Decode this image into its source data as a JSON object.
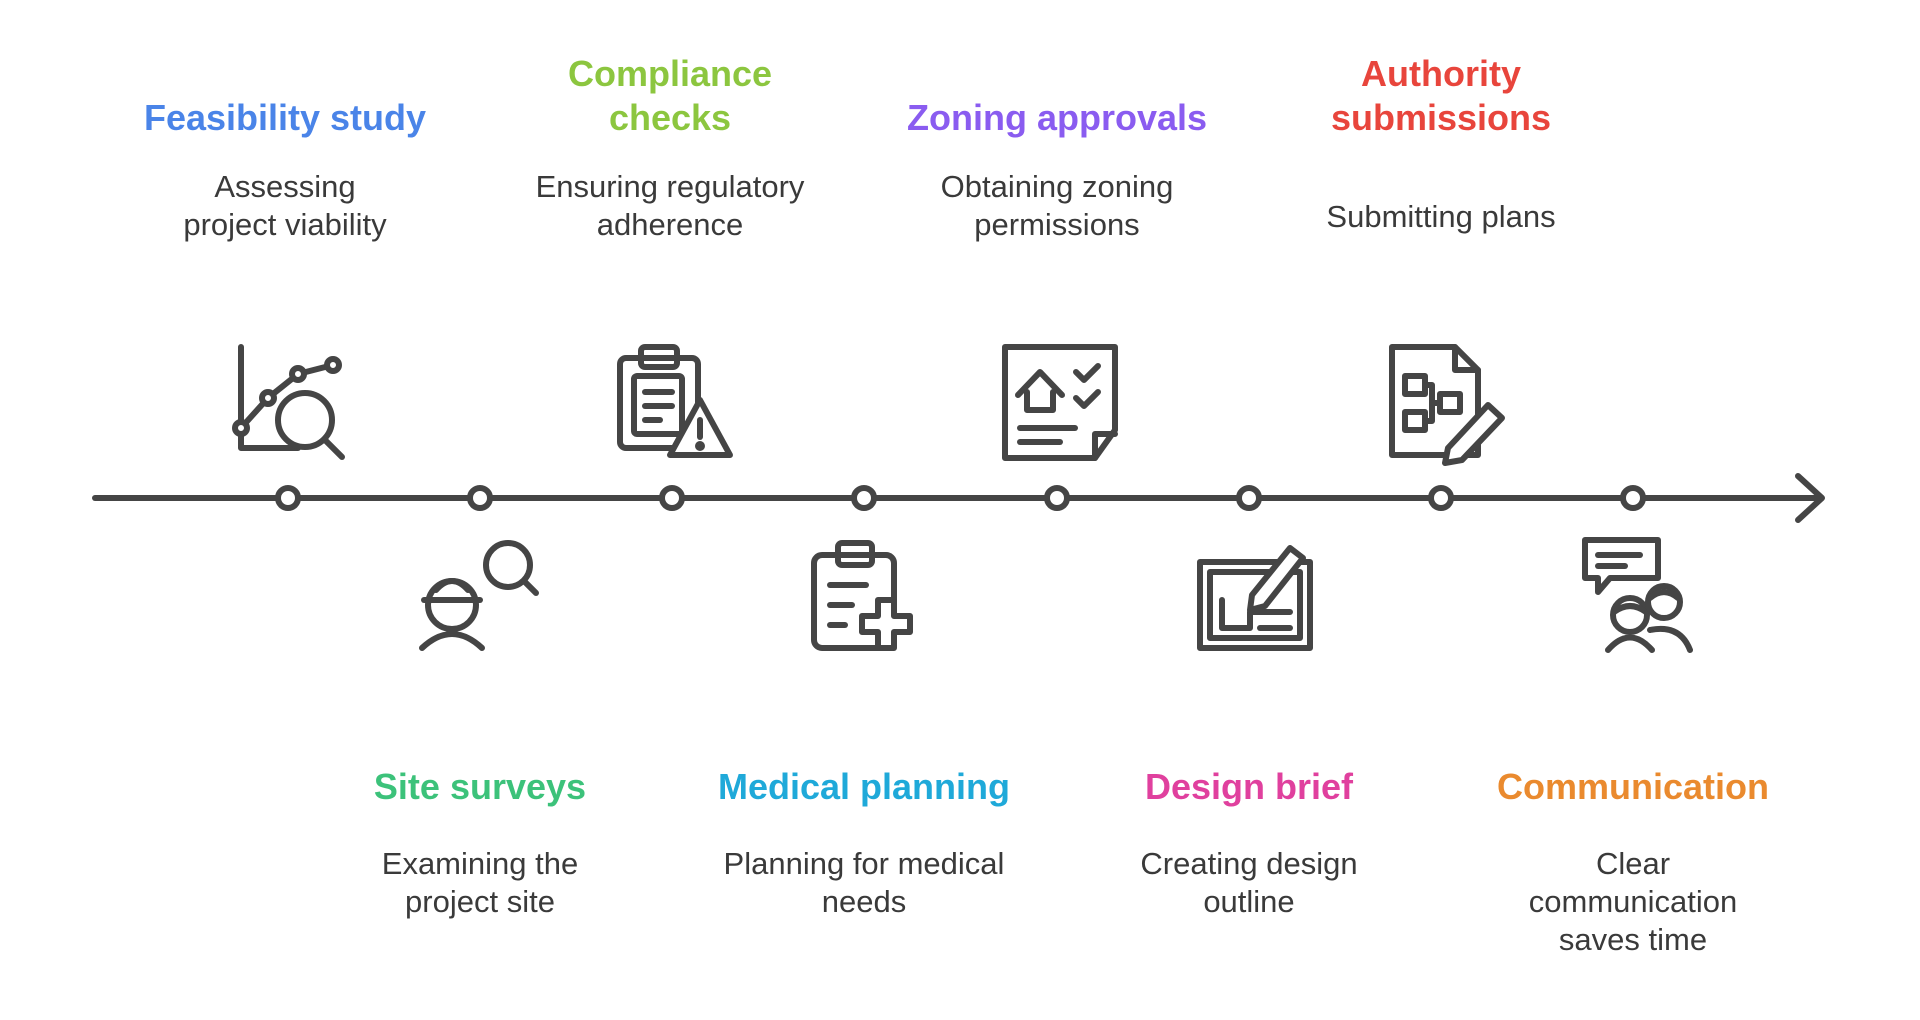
{
  "steps": [
    {
      "title": "Feasibility study",
      "description": "Assessing project viability",
      "color": "#4A84E8",
      "icon": "chart-magnifier-icon",
      "side": "top"
    },
    {
      "title": "Site surveys",
      "description": "Examining the project site",
      "color": "#3CC27A",
      "icon": "worker-search-icon",
      "side": "bottom"
    },
    {
      "title": "Compliance checks",
      "description": "Ensuring regulatory adherence",
      "color": "#8CC63F",
      "icon": "clipboard-warning-icon",
      "side": "top"
    },
    {
      "title": "Medical planning",
      "description": "Planning for medical needs",
      "color": "#1FA9D9",
      "icon": "clipboard-medical-icon",
      "side": "bottom"
    },
    {
      "title": "Zoning approvals",
      "description": "Obtaining zoning permissions",
      "color": "#8A5CF0",
      "icon": "house-checklist-icon",
      "side": "top"
    },
    {
      "title": "Design brief",
      "description": "Creating design outline",
      "color": "#E0409E",
      "icon": "blueprint-pencil-icon",
      "side": "bottom"
    },
    {
      "title": "Authority submissions",
      "description": "Submitting plans",
      "color": "#E8453C",
      "icon": "document-flowchart-pencil-icon",
      "side": "top"
    },
    {
      "title": "Communication",
      "description": "Clear communication saves time",
      "color": "#EA8A2E",
      "icon": "chat-people-icon",
      "side": "bottom"
    }
  ]
}
